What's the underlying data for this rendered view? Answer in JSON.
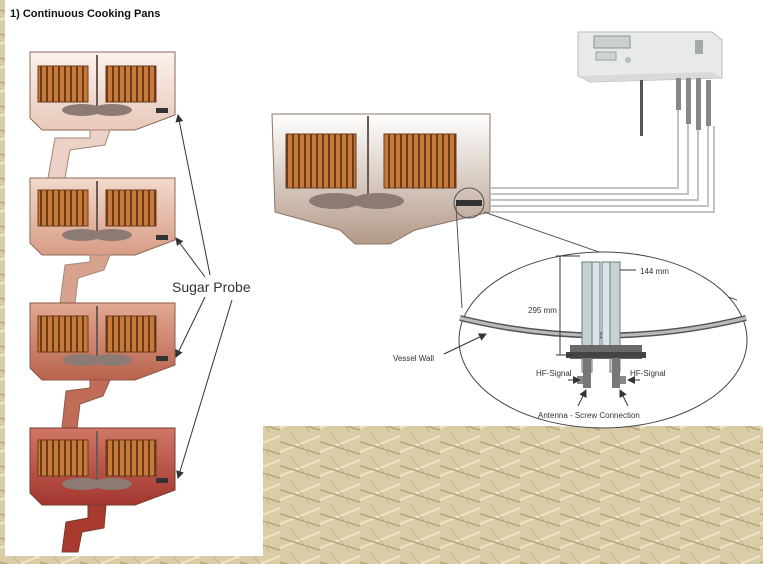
{
  "title": "1) Continuous Cooking Pans",
  "labels": {
    "sugar_probe": "Sugar Probe",
    "dimension_width": "144 mm",
    "dimension_height": "295 mm",
    "vessel_wall": "Vessel Wall",
    "hf_signal_left": "HF-Signal",
    "hf_signal_right": "HF-Signal",
    "antenna": "Antenna - Screw Connection"
  },
  "colors": {
    "pan_1": "#f1dcd2",
    "pan_2": "#e6b9a5",
    "pan_3": "#c9826a",
    "pan_4": "#b5473d",
    "pan_big": "#c9b3a4",
    "heater": "#c87a3a",
    "straw": "#d8c9a0"
  }
}
